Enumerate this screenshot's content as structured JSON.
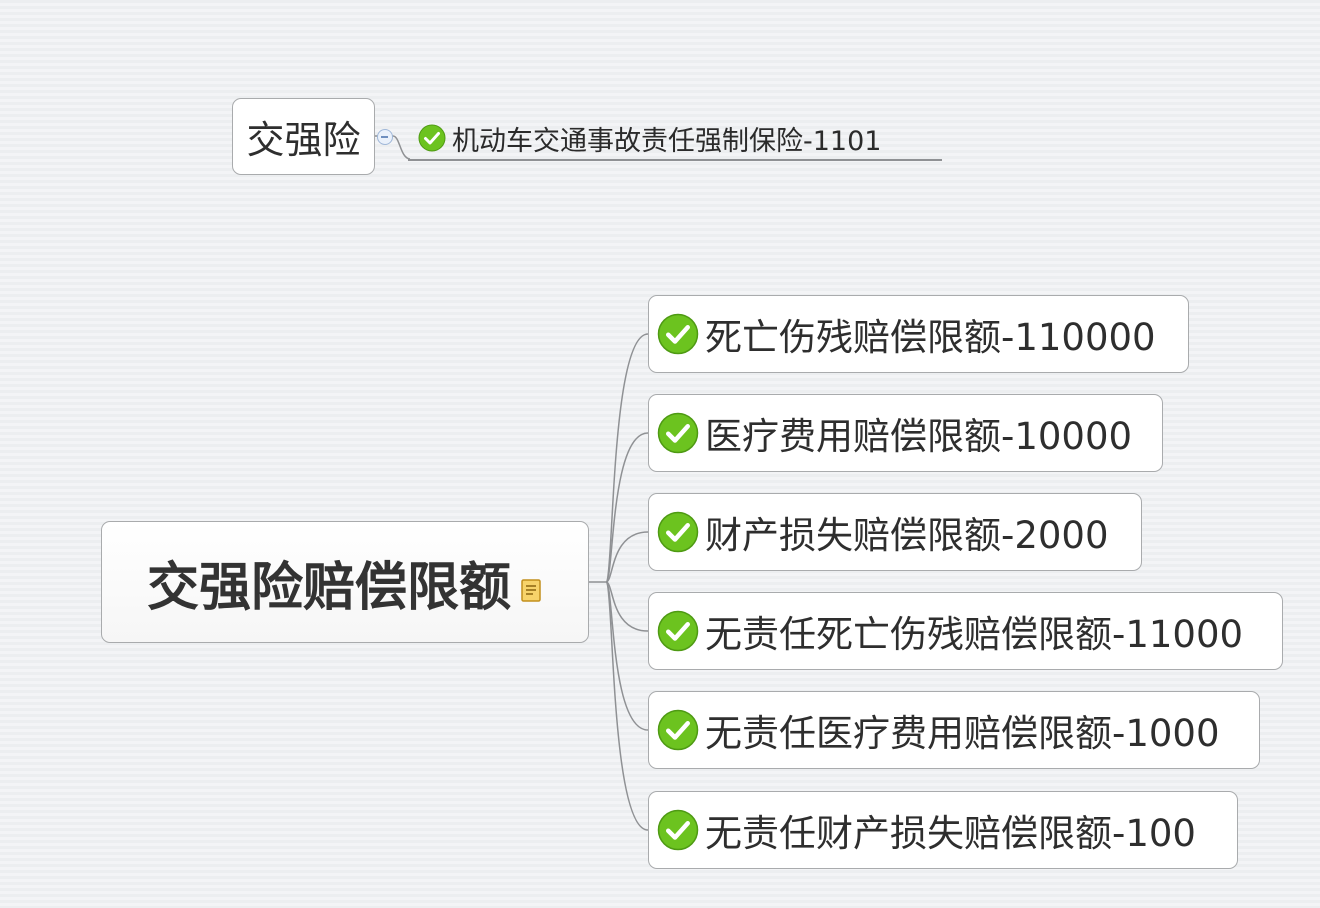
{
  "top_topic": {
    "label": "交强险",
    "subtopic": "机动车交通事故责任强制保险-1101"
  },
  "central_topic": {
    "label": "交强险赔偿限额"
  },
  "branches": [
    {
      "label": "死亡伤残赔偿限额-110000"
    },
    {
      "label": "医疗费用赔偿限额-10000"
    },
    {
      "label": "财产损失赔偿限额-2000"
    },
    {
      "label": "无责任死亡伤残赔偿限额-11000"
    },
    {
      "label": "无责任医疗费用赔偿限额-1000"
    },
    {
      "label": "无责任财产损失赔偿限额-100"
    }
  ],
  "colors": {
    "check_green": "#6cc31f",
    "node_border": "#a9abad",
    "connector": "#8f9194",
    "note_yellow": "#e8b73c"
  },
  "icons": {
    "marker": "check-icon",
    "note": "note-icon",
    "collapse": "collapse-icon"
  }
}
